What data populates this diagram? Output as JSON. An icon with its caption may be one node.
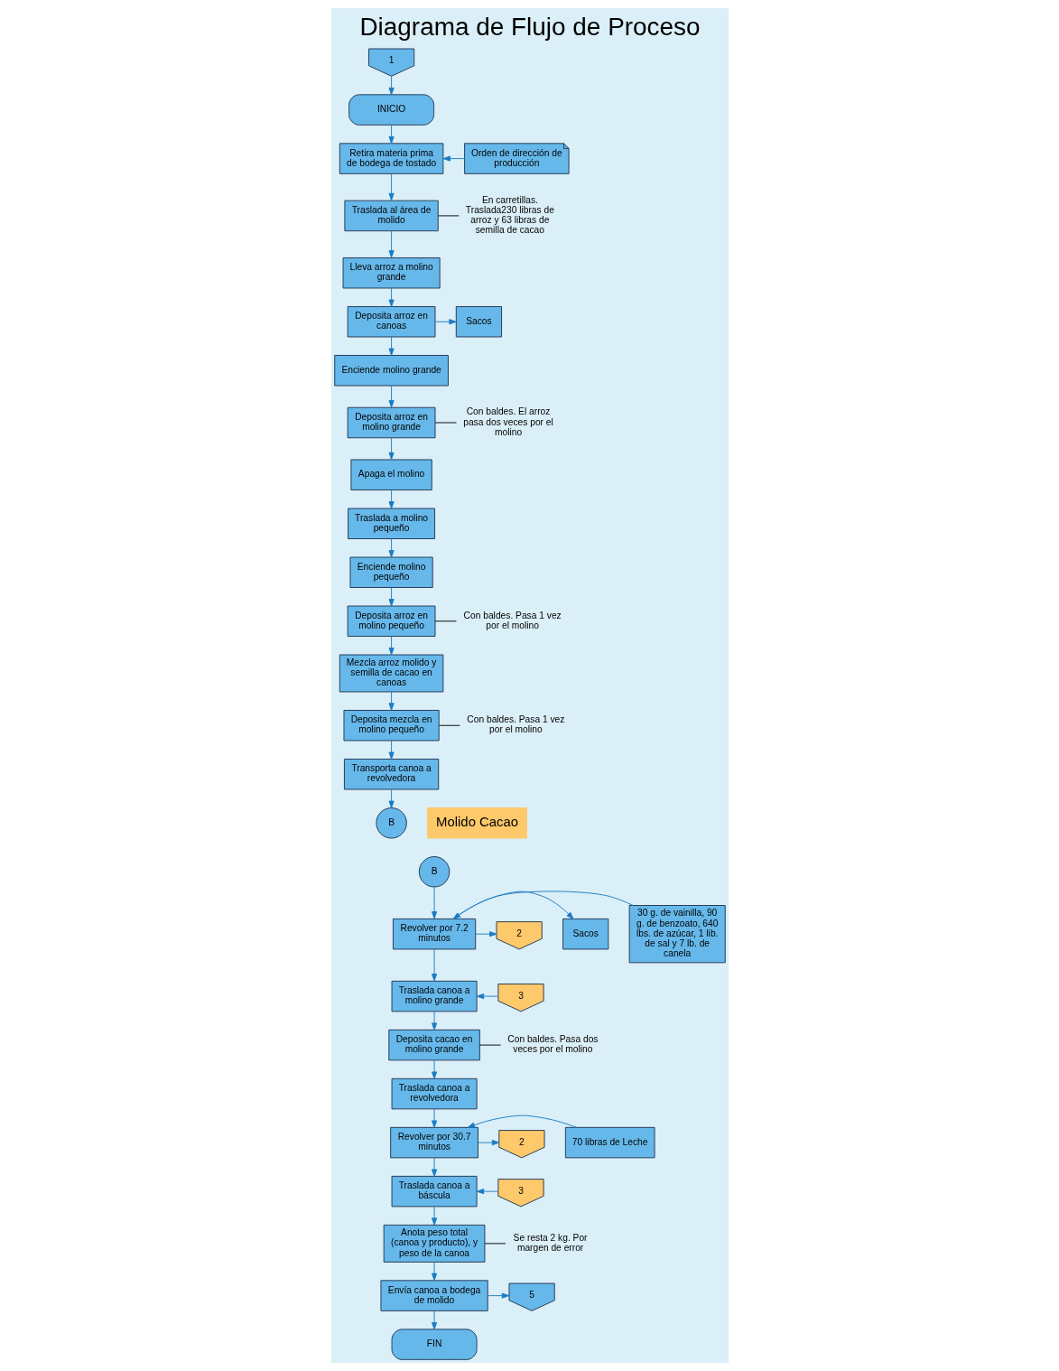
{
  "diagram": {
    "title": "Diagrama de Flujo de Proceso",
    "nodes": [
      {
        "text": [
          "1"
        ]
      },
      {
        "text": [
          "INICIO"
        ]
      },
      {
        "text": [
          "Orden de dirección de producción"
        ]
      },
      {
        "text": [
          "Retira materia prima de bodega de tostado"
        ]
      },
      {
        "text": [
          "Traslada al área de molido"
        ]
      },
      {
        "text": [
          "En carretillas. Traslada230 libras de arroz y 63 libras de semilla de cacao"
        ]
      },
      {
        "text": [
          "Lleva arroz a molino grande"
        ]
      },
      {
        "text": [
          "Deposita arroz en canoas"
        ]
      },
      {
        "text": [
          "Sacos"
        ]
      },
      {
        "text": [
          "Enciende molino grande"
        ]
      },
      {
        "text": [
          "Deposita arroz en molino grande"
        ]
      },
      {
        "text": [
          "Con baldes. El arroz pasa dos veces por el molino"
        ]
      },
      {
        "text": [
          "Apaga el molino"
        ]
      },
      {
        "text": [
          "Traslada a molino pequeño"
        ]
      },
      {
        "text": [
          "Enciende molino pequeño"
        ]
      },
      {
        "text": [
          "Deposita arroz en molino pequeño"
        ]
      },
      {
        "text": [
          "Con baldes. Pasa 1 vez por el molino"
        ]
      },
      {
        "text": [
          "Mezcla arroz molido y semilla de cacao en canoas"
        ]
      },
      {
        "text": [
          "Deposita mezcla en molino pequeño"
        ]
      },
      {
        "text": [
          "Con baldes. Pasa 1 vez por el molino"
        ]
      },
      {
        "text": [
          "Transporta canoa a revolvedora"
        ]
      },
      {
        "text": [
          "B"
        ]
      },
      {
        "text": [
          "30 g. de vainilla, 90 g. de benzoato, 640 lbs. de azúcar, 1 lib. de sal y 7 lb. de canela"
        ]
      },
      {
        "text": [
          "B"
        ]
      },
      {
        "text": [
          "Revolver por 7.2 minutos"
        ]
      },
      {
        "text": [
          "2"
        ]
      },
      {
        "text": [
          "Sacos"
        ]
      },
      {
        "text": [
          "3"
        ]
      },
      {
        "text": [
          "Traslada canoa a molino grande"
        ]
      },
      {
        "text": [
          "Deposita cacao en molino grande"
        ]
      },
      {
        "text": [
          "Con baldes. Pasa dos veces por el molino"
        ]
      },
      {
        "text": [
          "Traslada canoa a revolvedora"
        ]
      },
      {
        "text": [
          "70 libras de Leche"
        ]
      },
      {
        "text": [
          "Revolver por 30.7 minutos"
        ]
      },
      {
        "text": [
          "2"
        ]
      },
      {
        "text": [
          "3"
        ]
      },
      {
        "text": [
          "Traslada canoa a báscula"
        ]
      },
      {
        "text": [
          "Anota peso total (canoa y producto), y peso de la canoa"
        ]
      },
      {
        "text": [
          "Se resta 2 kg. Por margen de error"
        ]
      },
      {
        "text": [
          "Envía canoa a bodega de molido"
        ]
      },
      {
        "text": [
          "5"
        ]
      },
      {
        "text": [
          "FIN"
        ]
      }
    ],
    "edges": [
      {
        "from": 0,
        "to": 1,
        "arrow": "to"
      },
      {
        "from": 1,
        "to": 3,
        "arrow": "to"
      },
      {
        "from": 2,
        "to": 3,
        "arrow": "to"
      },
      {
        "from": 3,
        "to": 4,
        "arrow": "to"
      },
      {
        "from": 5,
        "to": 4,
        "arrow": "none",
        "color": "#000000"
      },
      {
        "from": 4,
        "to": 6,
        "arrow": "to"
      },
      {
        "from": 6,
        "to": 7,
        "arrow": "to"
      },
      {
        "from": 7,
        "to": 9,
        "arrow": "to"
      },
      {
        "from": 7,
        "to": 8,
        "arrow": "to"
      },
      {
        "from": 9,
        "to": 10,
        "arrow": "to"
      },
      {
        "from": 11,
        "to": 10,
        "arrow": "none",
        "color": "#000000"
      },
      {
        "from": 10,
        "to": 12,
        "arrow": "to"
      },
      {
        "from": 12,
        "to": 13,
        "arrow": "to"
      },
      {
        "from": 13,
        "to": 14,
        "arrow": "to"
      },
      {
        "from": 14,
        "to": 15,
        "arrow": "to"
      },
      {
        "from": 16,
        "to": 15,
        "arrow": "none",
        "color": "#000000"
      },
      {
        "from": 15,
        "to": 17,
        "arrow": "to"
      },
      {
        "from": 17,
        "to": 18,
        "arrow": "to"
      },
      {
        "from": 19,
        "to": 18,
        "arrow": "none",
        "color": "#000000"
      },
      {
        "from": 18,
        "to": 20,
        "arrow": "to"
      },
      {
        "from": 20,
        "to": 21,
        "arrow": "to"
      },
      {
        "from": 23,
        "to": 24,
        "arrow": "to"
      },
      {
        "from": 22,
        "to": 24,
        "arrow": "to"
      },
      {
        "from": 24,
        "to": 25,
        "arrow": "to"
      },
      {
        "from": 24,
        "to": 28,
        "arrow": "to"
      },
      {
        "from": 24,
        "to": 26,
        "arrow": "to"
      },
      {
        "from": 27,
        "to": 28,
        "arrow": "to"
      },
      {
        "from": 28,
        "to": 29,
        "arrow": "to"
      },
      {
        "from": 30,
        "to": 29,
        "arrow": "none",
        "color": "#000000"
      },
      {
        "from": 29,
        "to": 31,
        "arrow": "to"
      },
      {
        "from": 31,
        "to": 33,
        "arrow": "to"
      },
      {
        "from": 32,
        "to": 33,
        "arrow": "to"
      },
      {
        "from": 33,
        "to": 34,
        "arrow": "to"
      },
      {
        "from": 33,
        "to": 36,
        "arrow": "to"
      },
      {
        "from": 35,
        "to": 36,
        "arrow": "to"
      },
      {
        "from": 36,
        "to": 37,
        "arrow": "to"
      },
      {
        "from": 38,
        "to": 37,
        "arrow": "none",
        "color": "#000000"
      },
      {
        "from": 37,
        "to": 39,
        "arrow": "to"
      },
      {
        "from": 39,
        "to": 40,
        "arrow": "to"
      },
      {
        "from": 39,
        "to": 41,
        "arrow": "to"
      }
    ],
    "labels": [
      "Molido Cacao"
    ]
  }
}
